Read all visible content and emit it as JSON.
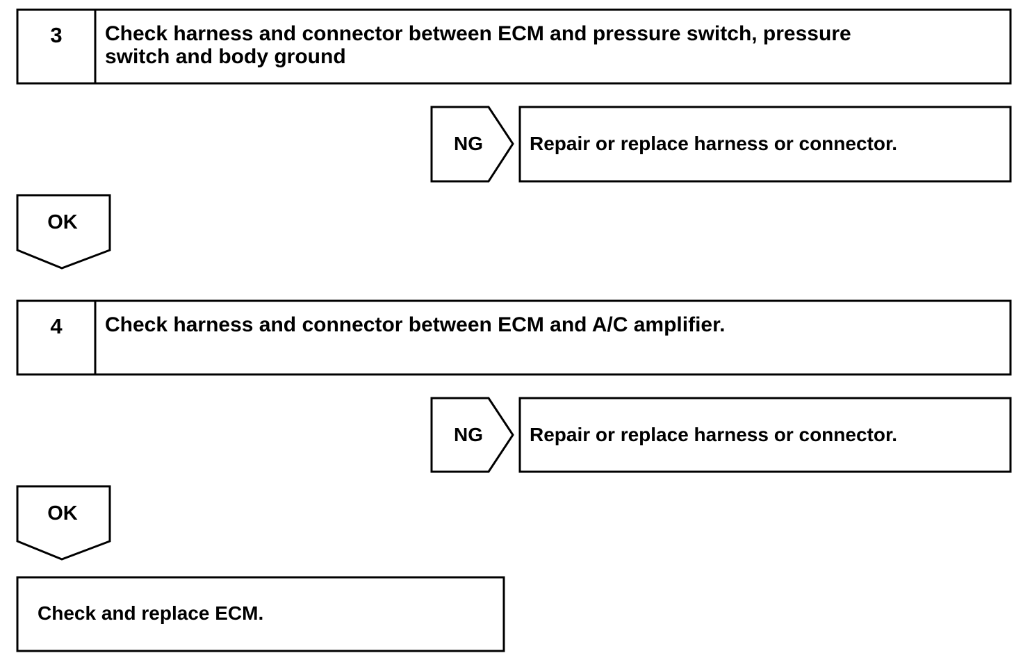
{
  "steps": [
    {
      "number": "3",
      "title_line1": "Check harness and connector between ECM and pressure switch, pressure",
      "title_line2": "switch and body ground",
      "ng_label": "NG",
      "ng_action": "Repair or replace harness or connector.",
      "ok_label": "OK"
    },
    {
      "number": "4",
      "title_line1": "Check harness and connector between ECM and A/C amplifier.",
      "ng_label": "NG",
      "ng_action": "Repair or replace harness or connector.",
      "ok_label": "OK"
    }
  ],
  "final_action": "Check and replace ECM."
}
